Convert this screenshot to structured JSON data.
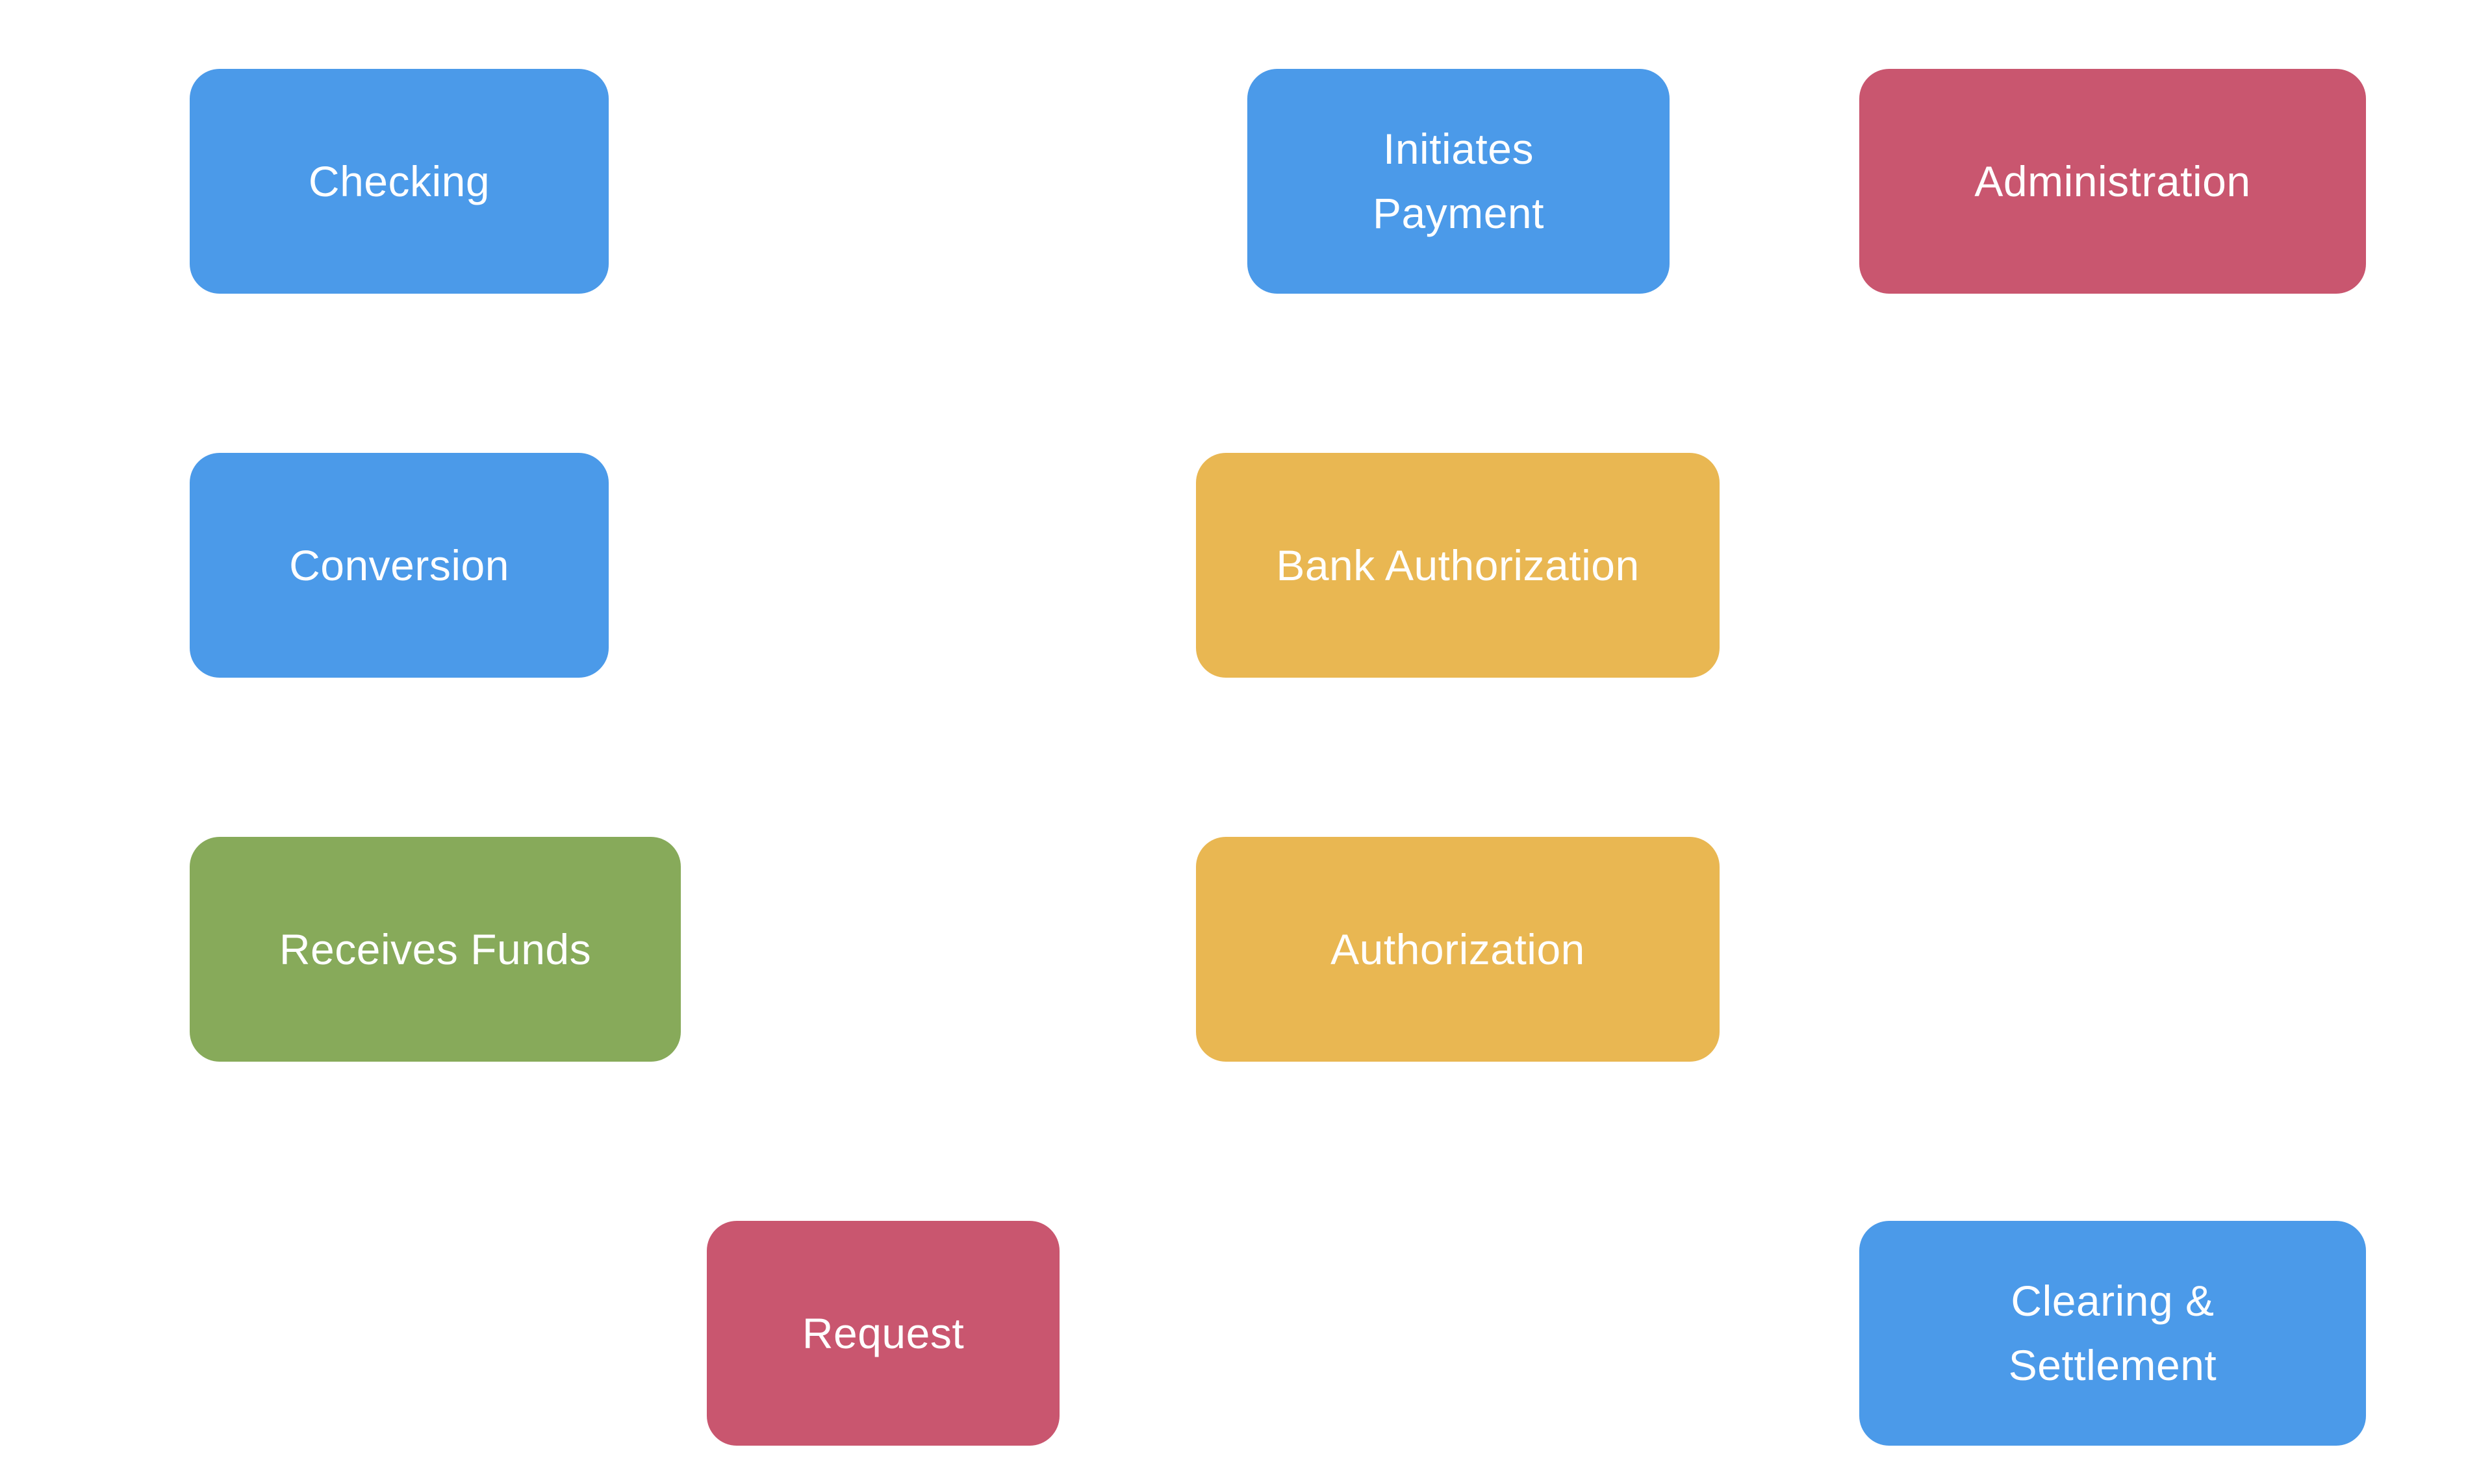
{
  "page": {
    "background": "#ffffff",
    "label_text_color": "#ffffff"
  },
  "palette": {
    "blue": "#4B9AE9",
    "red": "#C9566F",
    "yellow": "#E9B752",
    "green": "#87AA5A"
  },
  "nodes": {
    "checking": {
      "label": "Checking",
      "bg": "#4B9AE9"
    },
    "initiates_payment": {
      "label": "Initiates\nPayment",
      "bg": "#4B9AE9"
    },
    "administration": {
      "label": "Administration",
      "bg": "#C9566F"
    },
    "conversion": {
      "label": "Conversion",
      "bg": "#4B9AE9"
    },
    "bank_authorization": {
      "label": "Bank Authorization",
      "bg": "#E9B752"
    },
    "receives_funds": {
      "label": "Receives Funds",
      "bg": "#87AA5A"
    },
    "authorization": {
      "label": "Authorization",
      "bg": "#E9B752"
    },
    "request": {
      "label": "Request",
      "bg": "#C9566F"
    },
    "clearing_settlement": {
      "label": "Clearing &\nSettlement",
      "bg": "#4B9AE9"
    }
  }
}
